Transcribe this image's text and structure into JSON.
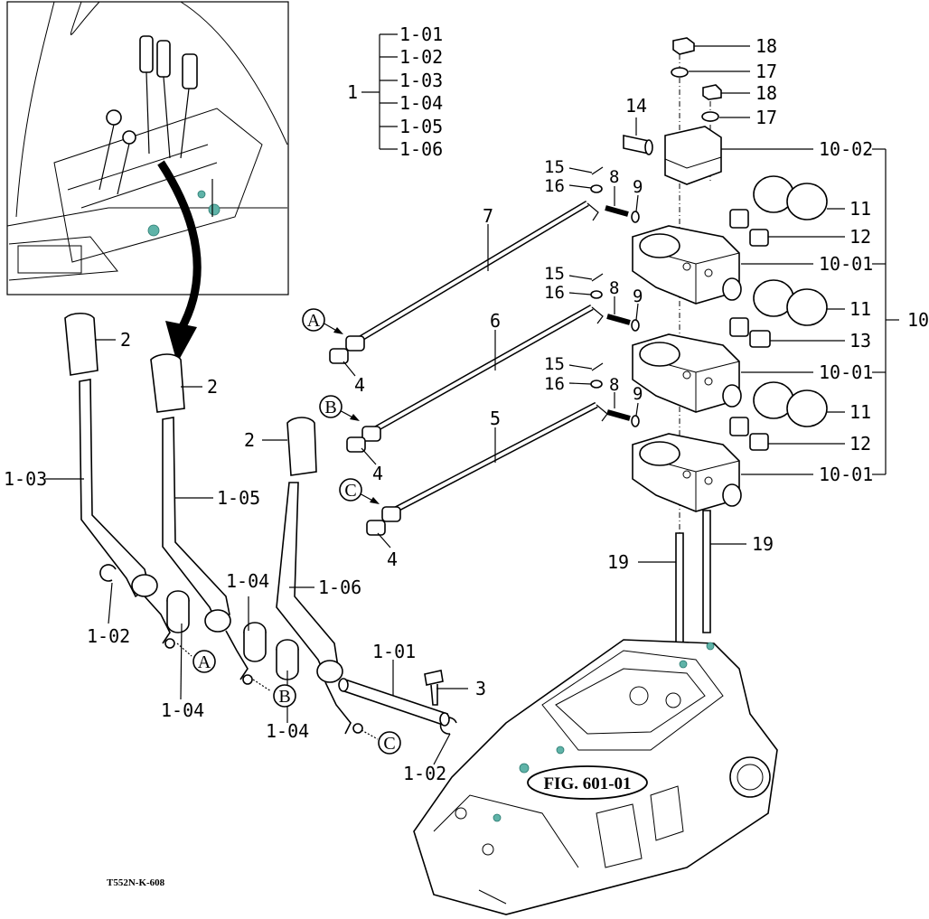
{
  "figure_ref": "FIG. 601-01",
  "drawing_code": "T552N-K-608",
  "markers": {
    "a": "A",
    "b": "B",
    "c": "C"
  },
  "callouts": {
    "c1": "1",
    "c1_01": "1-01",
    "c1_02": "1-02",
    "c1_03": "1-03",
    "c1_04": "1-04",
    "c1_05": "1-05",
    "c1_06": "1-06",
    "c2": "2",
    "c3": "3",
    "c4": "4",
    "c5": "5",
    "c6": "6",
    "c7": "7",
    "c8": "8",
    "c9": "9",
    "c10": "10",
    "c10_01": "10-01",
    "c10_02": "10-02",
    "c11": "11",
    "c12": "12",
    "c13": "13",
    "c14": "14",
    "c15": "15",
    "c16": "16",
    "c17": "17",
    "c18": "18",
    "c19": "19"
  }
}
